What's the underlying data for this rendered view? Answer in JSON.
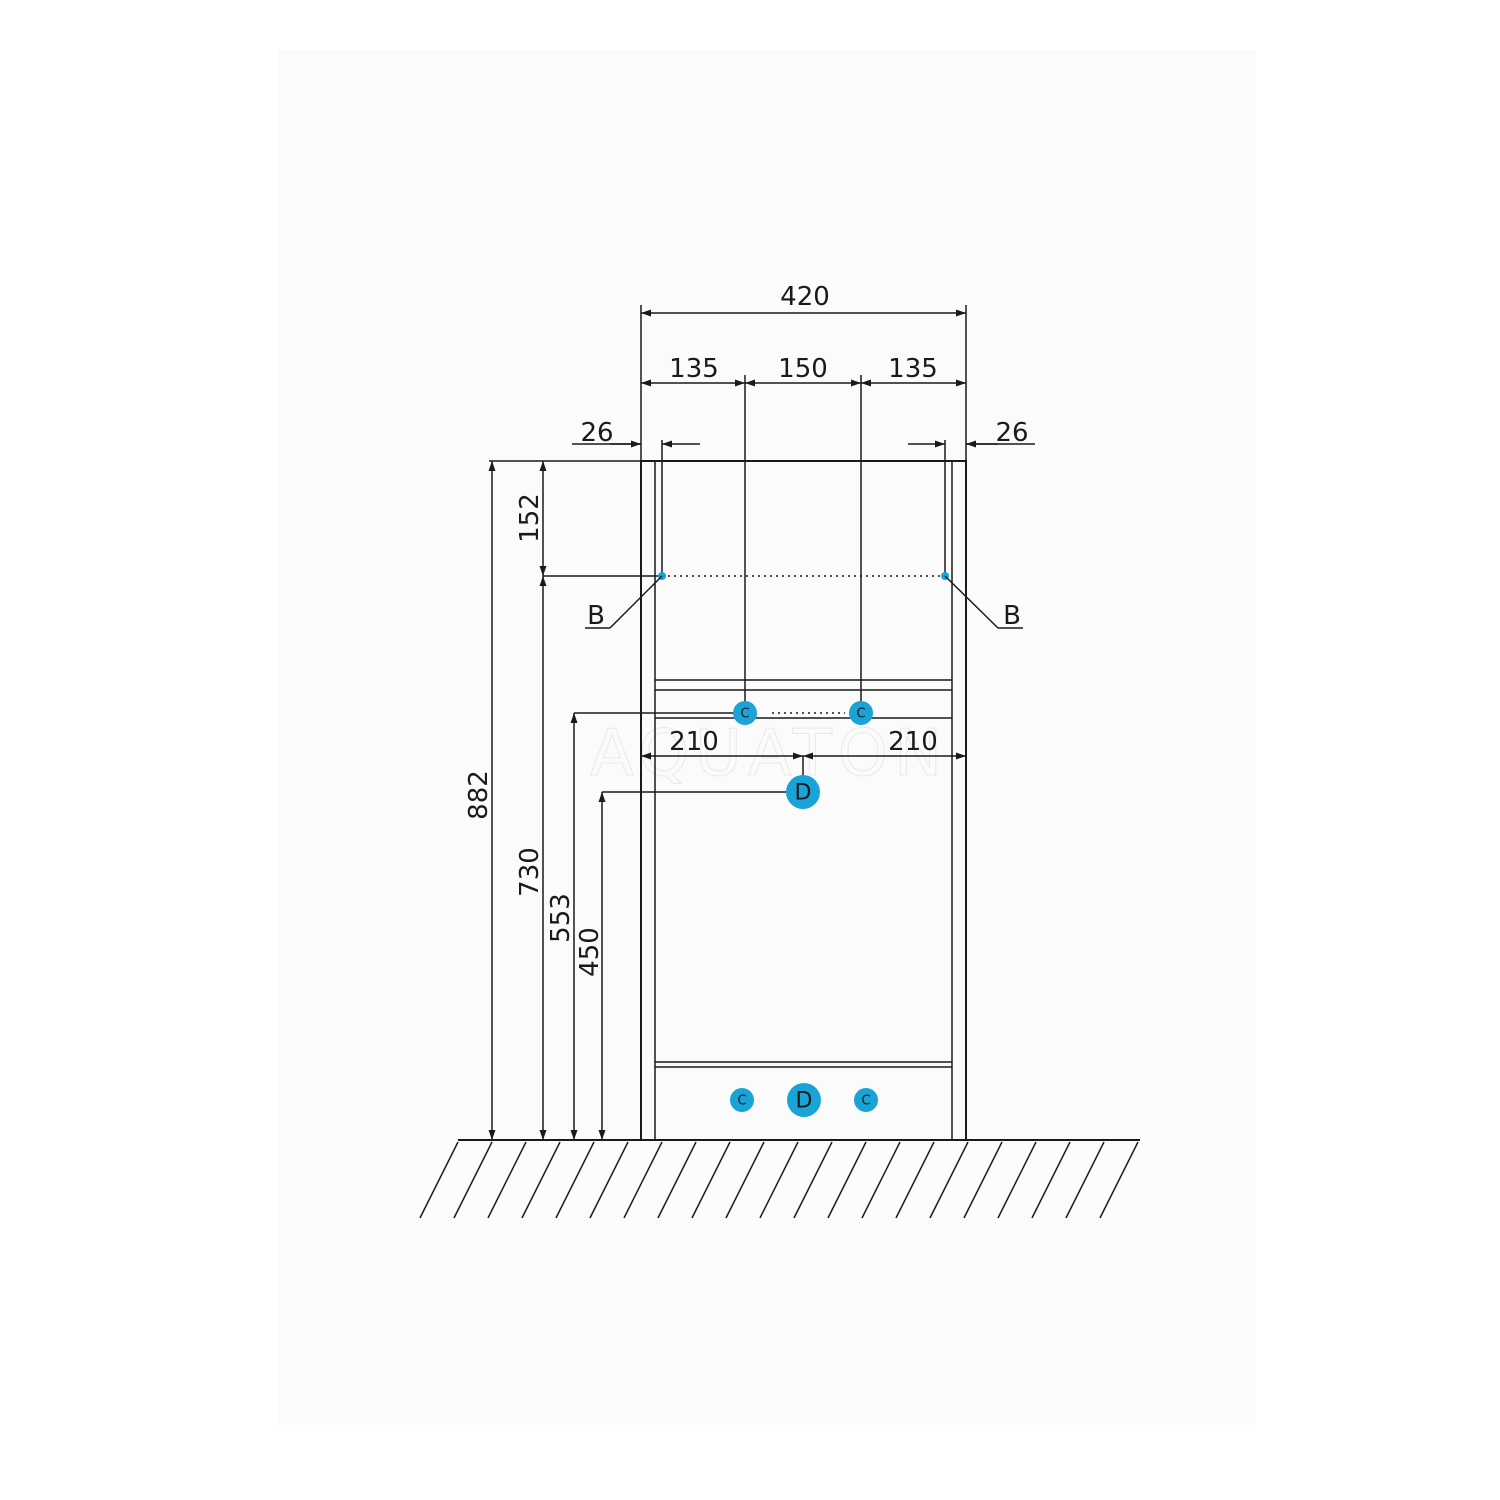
{
  "diagram": {
    "dimensions": {
      "total_width": "420",
      "left_offset": "135",
      "center_spacing": "150",
      "right_offset": "135",
      "side_inset_left": "26",
      "side_inset_right": "26",
      "top_to_b": "152",
      "total_height": "882",
      "height_b": "730",
      "height_c": "553",
      "height_d": "450",
      "half_left": "210",
      "half_right": "210"
    },
    "labels": {
      "b_left": "B",
      "b_right": "B"
    },
    "markers": {
      "c": "C",
      "d": "D"
    },
    "watermark": "AQUATON",
    "colors": {
      "line": "#1a1a1a",
      "marker": "#1aa3d6",
      "background": "#fbfbfb"
    }
  }
}
